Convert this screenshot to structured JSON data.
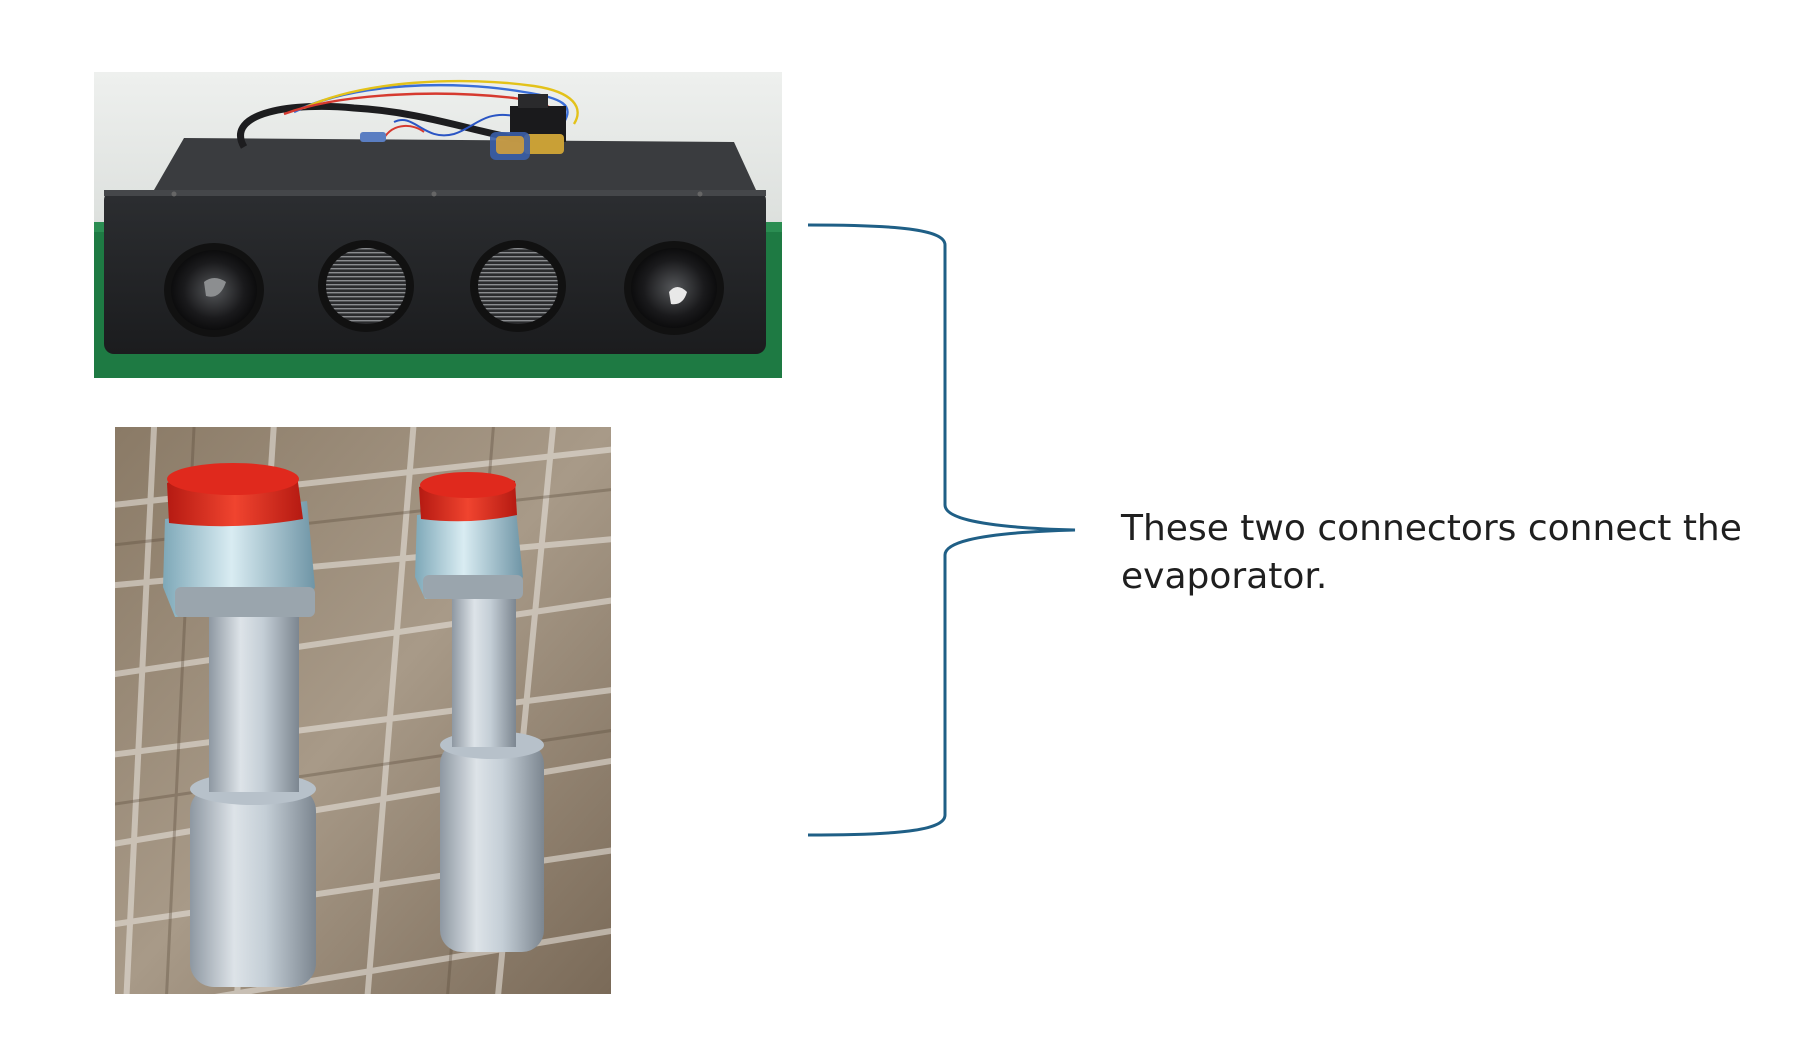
{
  "images": {
    "evaporator": "evaporator-unit-photo",
    "connectors": "connector-fittings-photo"
  },
  "caption": {
    "text": "These two connectors connect the evaporator."
  },
  "colors": {
    "bracket": "#1f5f86",
    "text": "#1f1f1f",
    "cap": "#e0291d",
    "metal": "#c4ced6"
  }
}
